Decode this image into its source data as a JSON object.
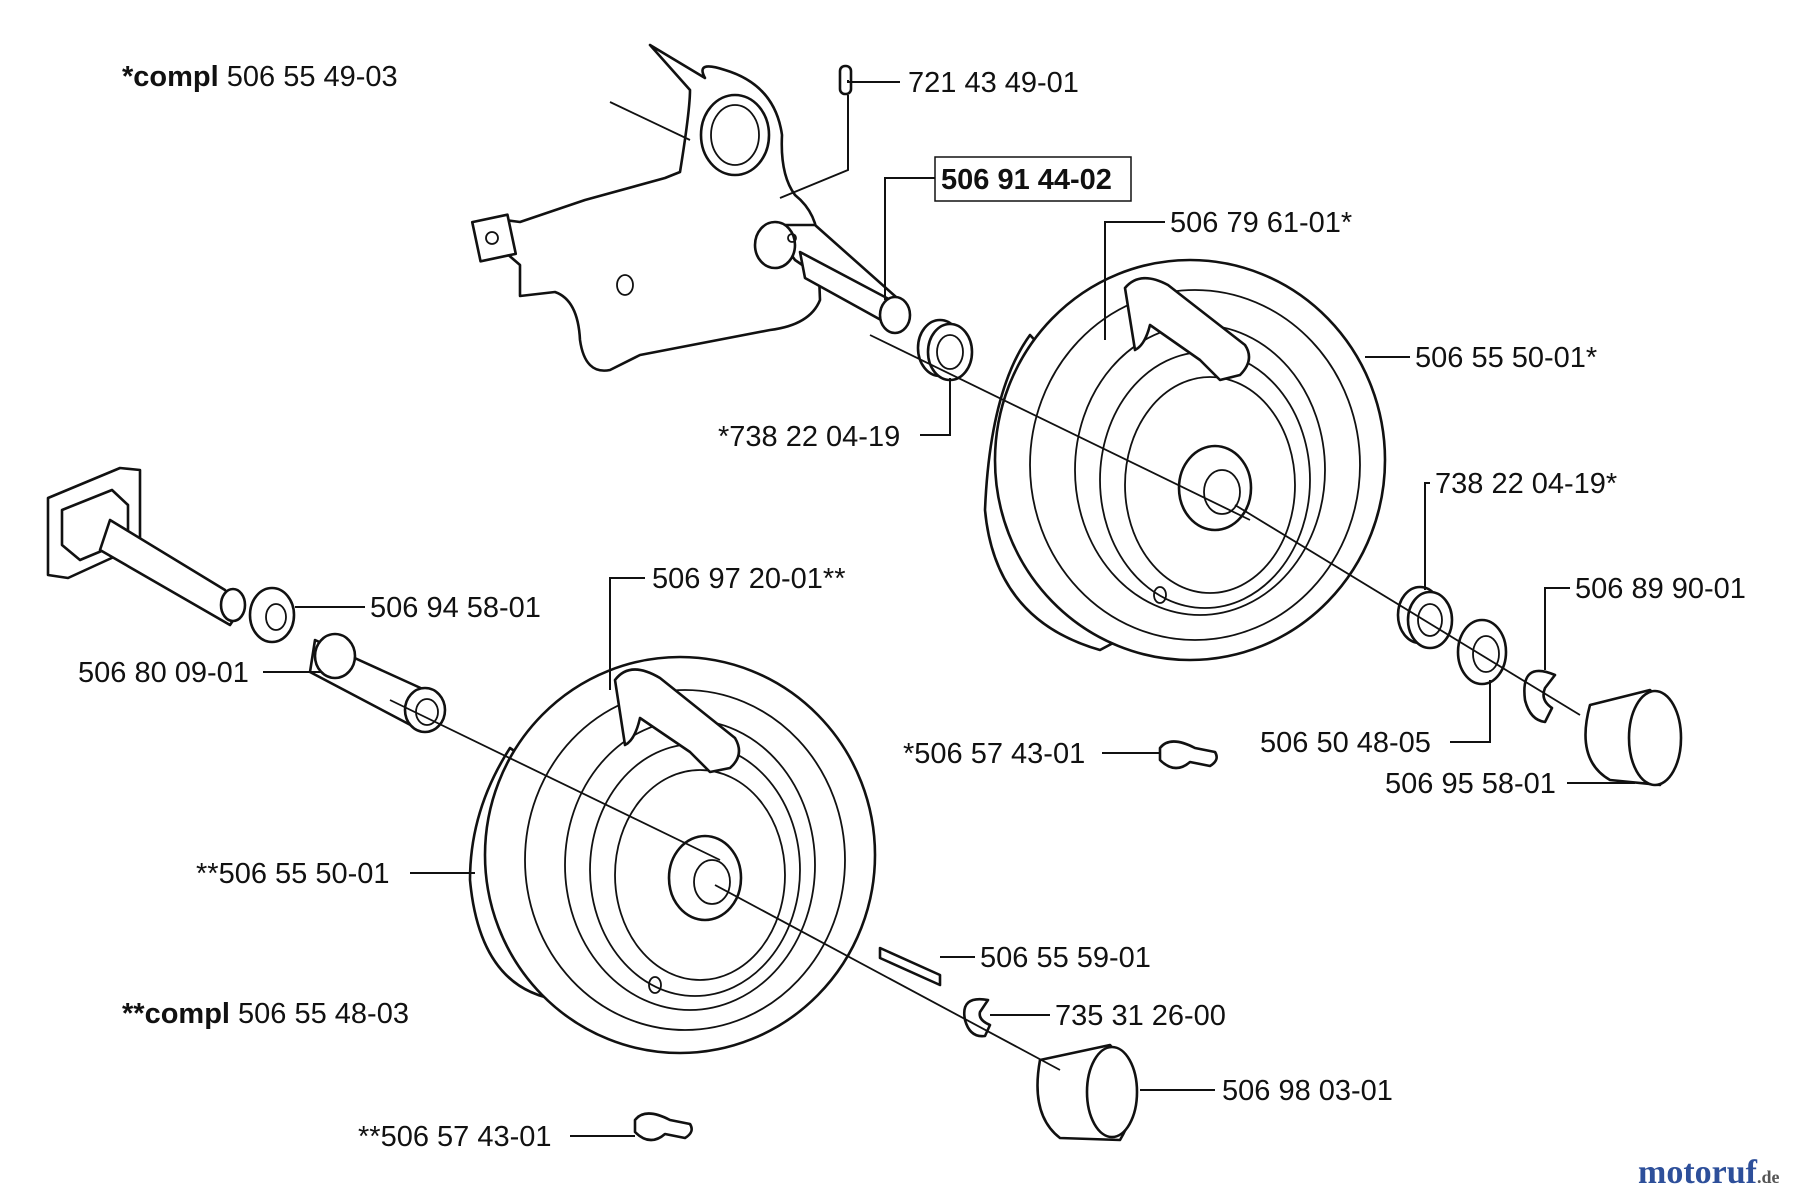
{
  "assemblies": {
    "upper": {
      "prefix": "*compl",
      "number": "506 55 49-03"
    },
    "lower": {
      "prefix": "**compl",
      "number": "506 55 48-03"
    }
  },
  "parts": {
    "roll_pin": "721 43 49-01",
    "axle_upper": "506 91 44-02",
    "tire_upper": "506 79 61-01*",
    "rim_upper": "506 55 50-01*",
    "bearing_upper_inner": "*738 22 04-19",
    "bearing_upper_outer": "738 22 04-19*",
    "clip_upper": "506 89 90-01",
    "washer_upper": "506 50 48-05",
    "cap_upper": "506 95 58-01",
    "valve_upper": "*506 57 43-01",
    "washer_lower": "506 94 58-01",
    "spacer_lower": "506 80 09-01",
    "tire_lower": "506 97 20-01**",
    "rim_lower": "**506 55 50-01",
    "key_lower": "506 55 59-01",
    "clip_lower": "735 31 26-00",
    "cap_lower": "506 98 03-01",
    "valve_lower": "**506 57 43-01"
  },
  "watermark": {
    "text": "motoruf",
    "suffix": ".de"
  }
}
